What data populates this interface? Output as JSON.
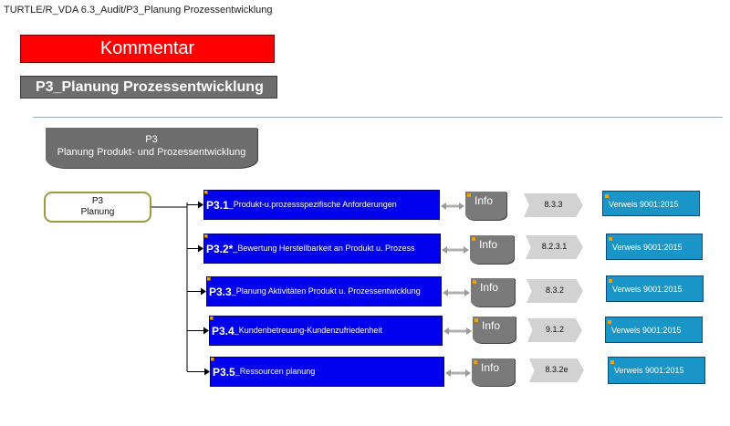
{
  "breadcrumb": "TURTLE/R_VDA 6.3_Audit/P3_Planung Prozessentwicklung",
  "kommentar_button": "Kommentar",
  "page_title": "P3_Planung Prozessentwicklung",
  "p3_header": {
    "line1": "P3",
    "line2": "Planung Produkt- und Prozessentwicklung"
  },
  "planung_node": {
    "line1": "P3",
    "line2": "Planung"
  },
  "colors": {
    "comment_red": "#ff0000",
    "task_blue": "#0000ee",
    "gray": "#6d6d6d",
    "verweis_blue": "#1996c7"
  },
  "rows": [
    {
      "code": "P3.1",
      "label": "_Produkt-u.prozessspezifische Anforderungen",
      "info": "Info",
      "ref": "8.3.3",
      "verweis": "Verweis 9001:2015"
    },
    {
      "code": "P3.2*",
      "label": "_Bewertung Herstellbarkeit an Produkt u. Prozess",
      "info": "Info",
      "ref": "8.2.3.1",
      "verweis": "Verweis 9001:2015"
    },
    {
      "code": "P3.3",
      "label": "_Planung Aktivitäten  Produkt u. Prozessentwicklung",
      "info": "Info",
      "ref": "8.3.2",
      "verweis": "Verweis 9001:2015"
    },
    {
      "code": "P3.4",
      "label": "_Kundenbetreuung-Kundenzufriedenheit",
      "info": "Info",
      "ref": "9.1.2",
      "verweis": "Verweis 9001:2015"
    },
    {
      "code": "P3.5",
      "label": "_Ressourcen planung",
      "info": "Info",
      "ref": "8.3.2e",
      "verweis": "Verweis 9001:2015"
    }
  ]
}
